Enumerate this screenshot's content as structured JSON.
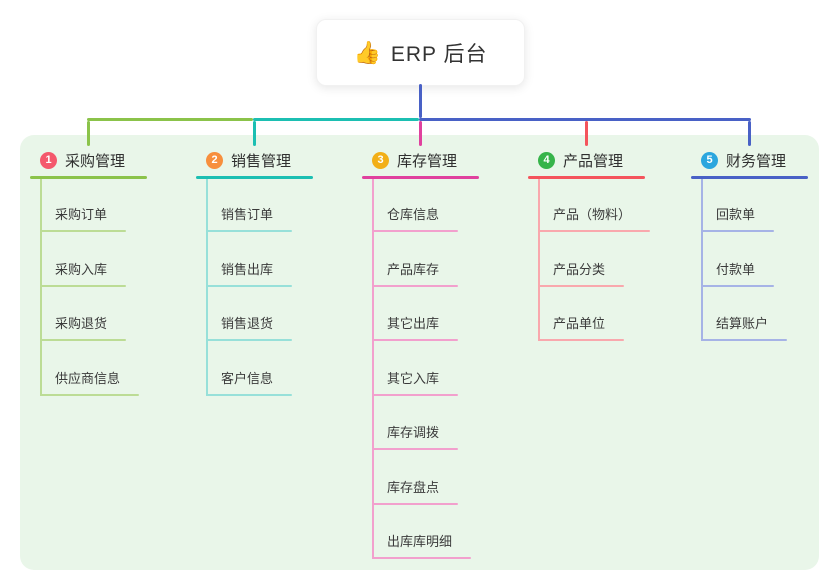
{
  "root": {
    "icon_glyph": "👍",
    "icon_name": "thumbs-up-icon",
    "label": "ERP 后台"
  },
  "branches": [
    {
      "num": "1",
      "label": "采购管理",
      "badge_color": "#f4586c",
      "line_color": "#8bc34a",
      "light_color": "#bcdc95",
      "children": [
        "采购订单",
        "采购入库",
        "采购退货",
        "供应商信息"
      ]
    },
    {
      "num": "2",
      "label": "销售管理",
      "badge_color": "#f78f3d",
      "line_color": "#1cbfb2",
      "light_color": "#97e0d9",
      "children": [
        "销售订单",
        "销售出库",
        "销售退货",
        "客户信息"
      ]
    },
    {
      "num": "3",
      "label": "库存管理",
      "badge_color": "#f2af17",
      "line_color": "#e0419e",
      "light_color": "#f2a0cd",
      "children": [
        "仓库信息",
        "产品库存",
        "其它出库",
        "其它入库",
        "库存调拨",
        "库存盘点",
        "出库库明细"
      ]
    },
    {
      "num": "4",
      "label": "产品管理",
      "badge_color": "#36b44a",
      "line_color": "#f4545c",
      "light_color": "#f9a8ad",
      "children": [
        "产品（物料）",
        "产品分类",
        "产品单位"
      ]
    },
    {
      "num": "5",
      "label": "财务管理",
      "badge_color": "#2ba6de",
      "line_color": "#4961c6",
      "light_color": "#a6b3e6",
      "children": [
        "回款单",
        "付款单",
        "结算账户"
      ]
    }
  ],
  "colors": {
    "panel_bg": "#e9f6e9",
    "root_line": "#4961c6",
    "text": "#333333"
  }
}
